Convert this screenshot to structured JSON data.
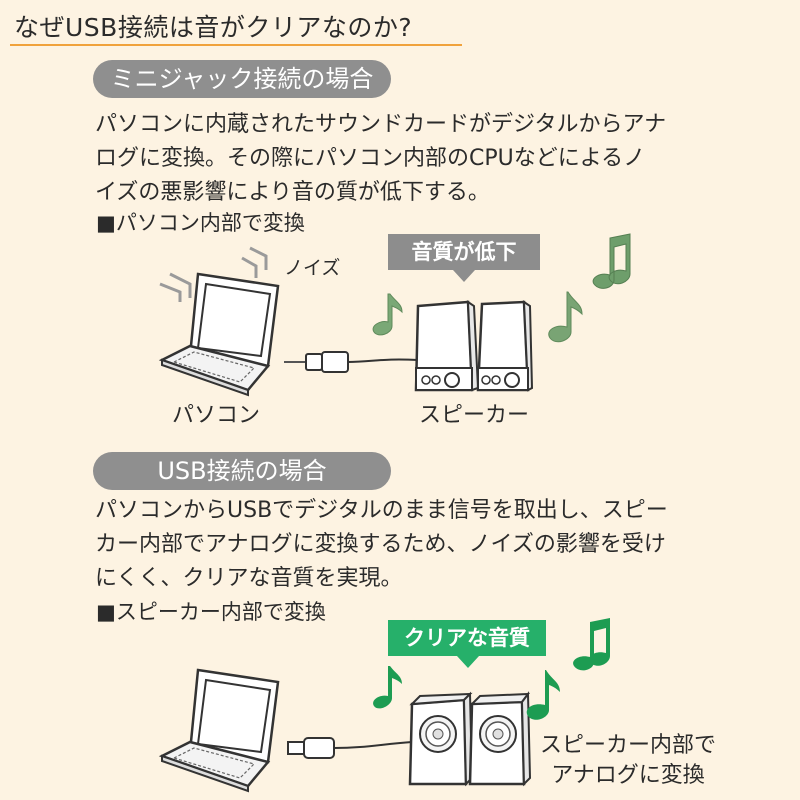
{
  "title": "なぜUSB接続は音がクリアなのか?",
  "section1": {
    "heading": "ミニジャック接続の場合",
    "body": "パソコンに内蔵されたサウンドカードがデジタルからアナ\nログに変換。その際にパソコン内部のCPUなどによるノ\nイズの悪影響により音の質が低下する。",
    "sublabel": "■パソコン内部で変換",
    "noise_label": "ノイズ",
    "badge": "音質が低下",
    "pc_label": "パソコン",
    "speaker_label": "スピーカー"
  },
  "section2": {
    "heading": "USB接続の場合",
    "body": "パソコンからUSBでデジタルのまま信号を取出し、スピー\nカー内部でアナログに変換するため、ノイズの影響を受け\nにくく、クリアな音質を実現。",
    "sublabel": "■スピーカー内部で変換",
    "badge": "クリアな音質",
    "speaker_label": "スピーカー内部で\nアナログに変換"
  },
  "colors": {
    "background": "#fdf3e2",
    "title_rule": "#f0a23c",
    "pill": "#8f8f8f",
    "badge_degraded": "#8d8d8d",
    "badge_clear": "#26b06a",
    "note_green": "#1d9c52"
  }
}
